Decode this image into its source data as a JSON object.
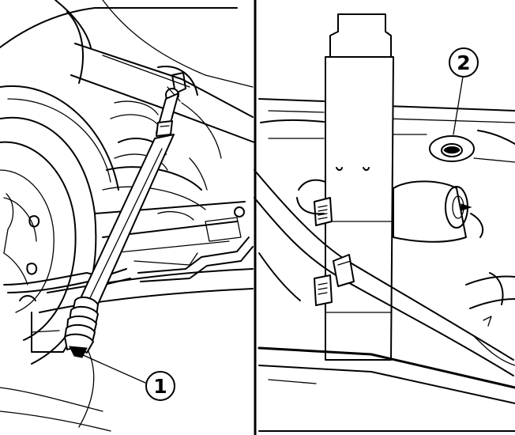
{
  "callouts": [
    {
      "id": "1",
      "label": "1"
    },
    {
      "id": "2",
      "label": "2"
    }
  ],
  "panels": [
    "left-panel",
    "right-panel"
  ]
}
